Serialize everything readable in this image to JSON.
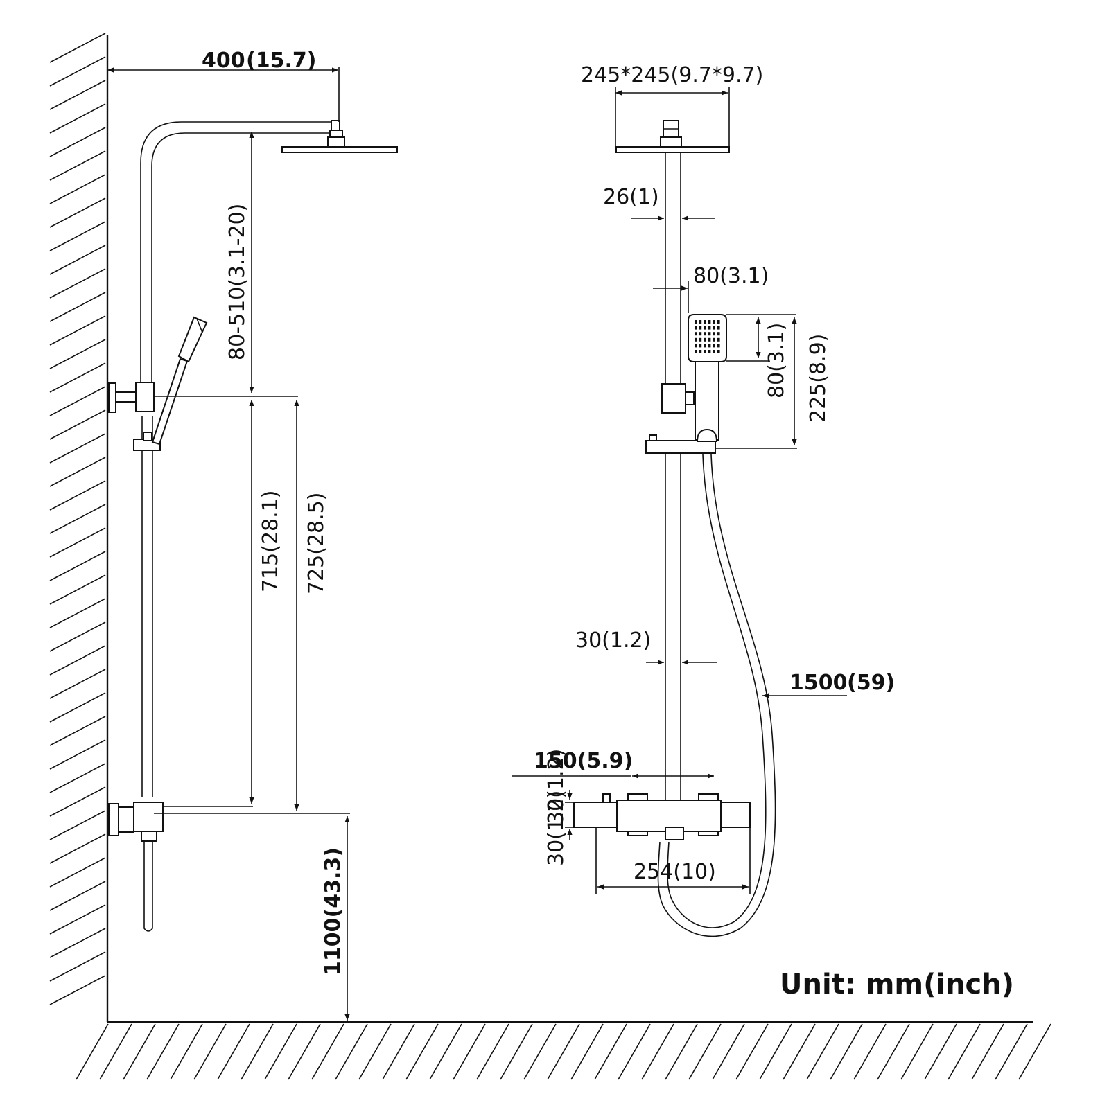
{
  "diagram": {
    "unit_label": "Unit: mm(inch)",
    "side_view": {
      "rain_arm_length": "400",
      "rain_arm_length_in": "(15.7)",
      "head_height_adjust": "80-510(3.1-20)",
      "slider_height_a": "715(28.1)",
      "slider_height_b": "725(28.5)",
      "valve_height": "1100(43.3)"
    },
    "front_view": {
      "head_size": "245*245(9.7*9.7)",
      "upper_pipe_dia": "26(1)",
      "hand_shower_width": "80(3.1)",
      "hand_shower_head_len": "80(3.1)",
      "hand_shower_total_len": "225(8.9)",
      "lower_pipe_dia": "30(1.2)",
      "hose_length": "1500",
      "hose_length_in": "(59)",
      "inlet_centers": "150(5.9)",
      "valve_body_height_a": "30(1.2)",
      "valve_body_height_b": "30(1.2)",
      "valve_width": "254(10)"
    }
  }
}
